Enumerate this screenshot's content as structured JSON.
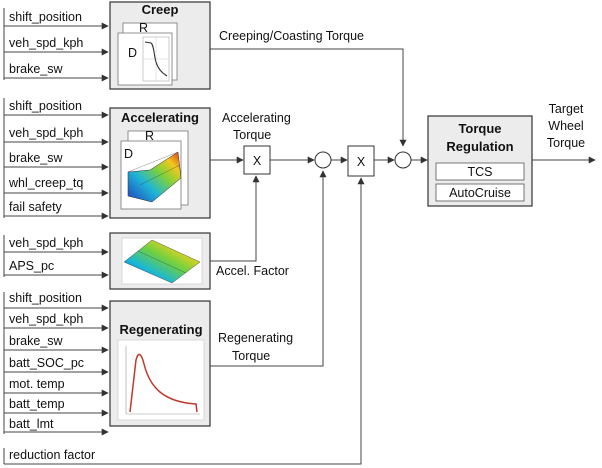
{
  "blocks": {
    "creep": {
      "title": "Creep",
      "inputs": [
        "shift_position",
        "veh_spd_kph",
        "brake_sw"
      ],
      "map_labels": [
        "R",
        "D"
      ],
      "output_label": "Creeping/Coasting Torque"
    },
    "accelerating": {
      "title": "Accelerating",
      "inputs": [
        "shift_position",
        "veh_spd_kph",
        "brake_sw",
        "whl_creep_tq",
        "fail safety"
      ],
      "map_labels": [
        "R",
        "D"
      ],
      "output_label_lines": [
        "Accelerating",
        "Torque"
      ]
    },
    "accel_factor": {
      "inputs": [
        "veh_spd_kph",
        "APS_pc"
      ],
      "output_label": "Accel. Factor"
    },
    "regenerating": {
      "title": "Regenerating",
      "inputs": [
        "shift_position",
        "veh_spd_kph",
        "brake_sw",
        "batt_SOC_pc",
        "mot. temp",
        "batt_temp",
        "batt_lmt"
      ],
      "output_label_lines": [
        "Regenerating",
        "Torque"
      ]
    },
    "reduction": {
      "label": "reduction factor"
    },
    "torque_regulation": {
      "title_lines": [
        "Torque",
        "Regulation"
      ],
      "items": [
        "TCS",
        "AutoCruise"
      ]
    },
    "output": {
      "label_lines": [
        "Target",
        "Wheel",
        "Torque"
      ]
    },
    "operators": {
      "multiply": "X"
    }
  },
  "colors": {
    "line": "#444444",
    "block_fill": "#ececec",
    "regen_curve": "#c0392b"
  }
}
